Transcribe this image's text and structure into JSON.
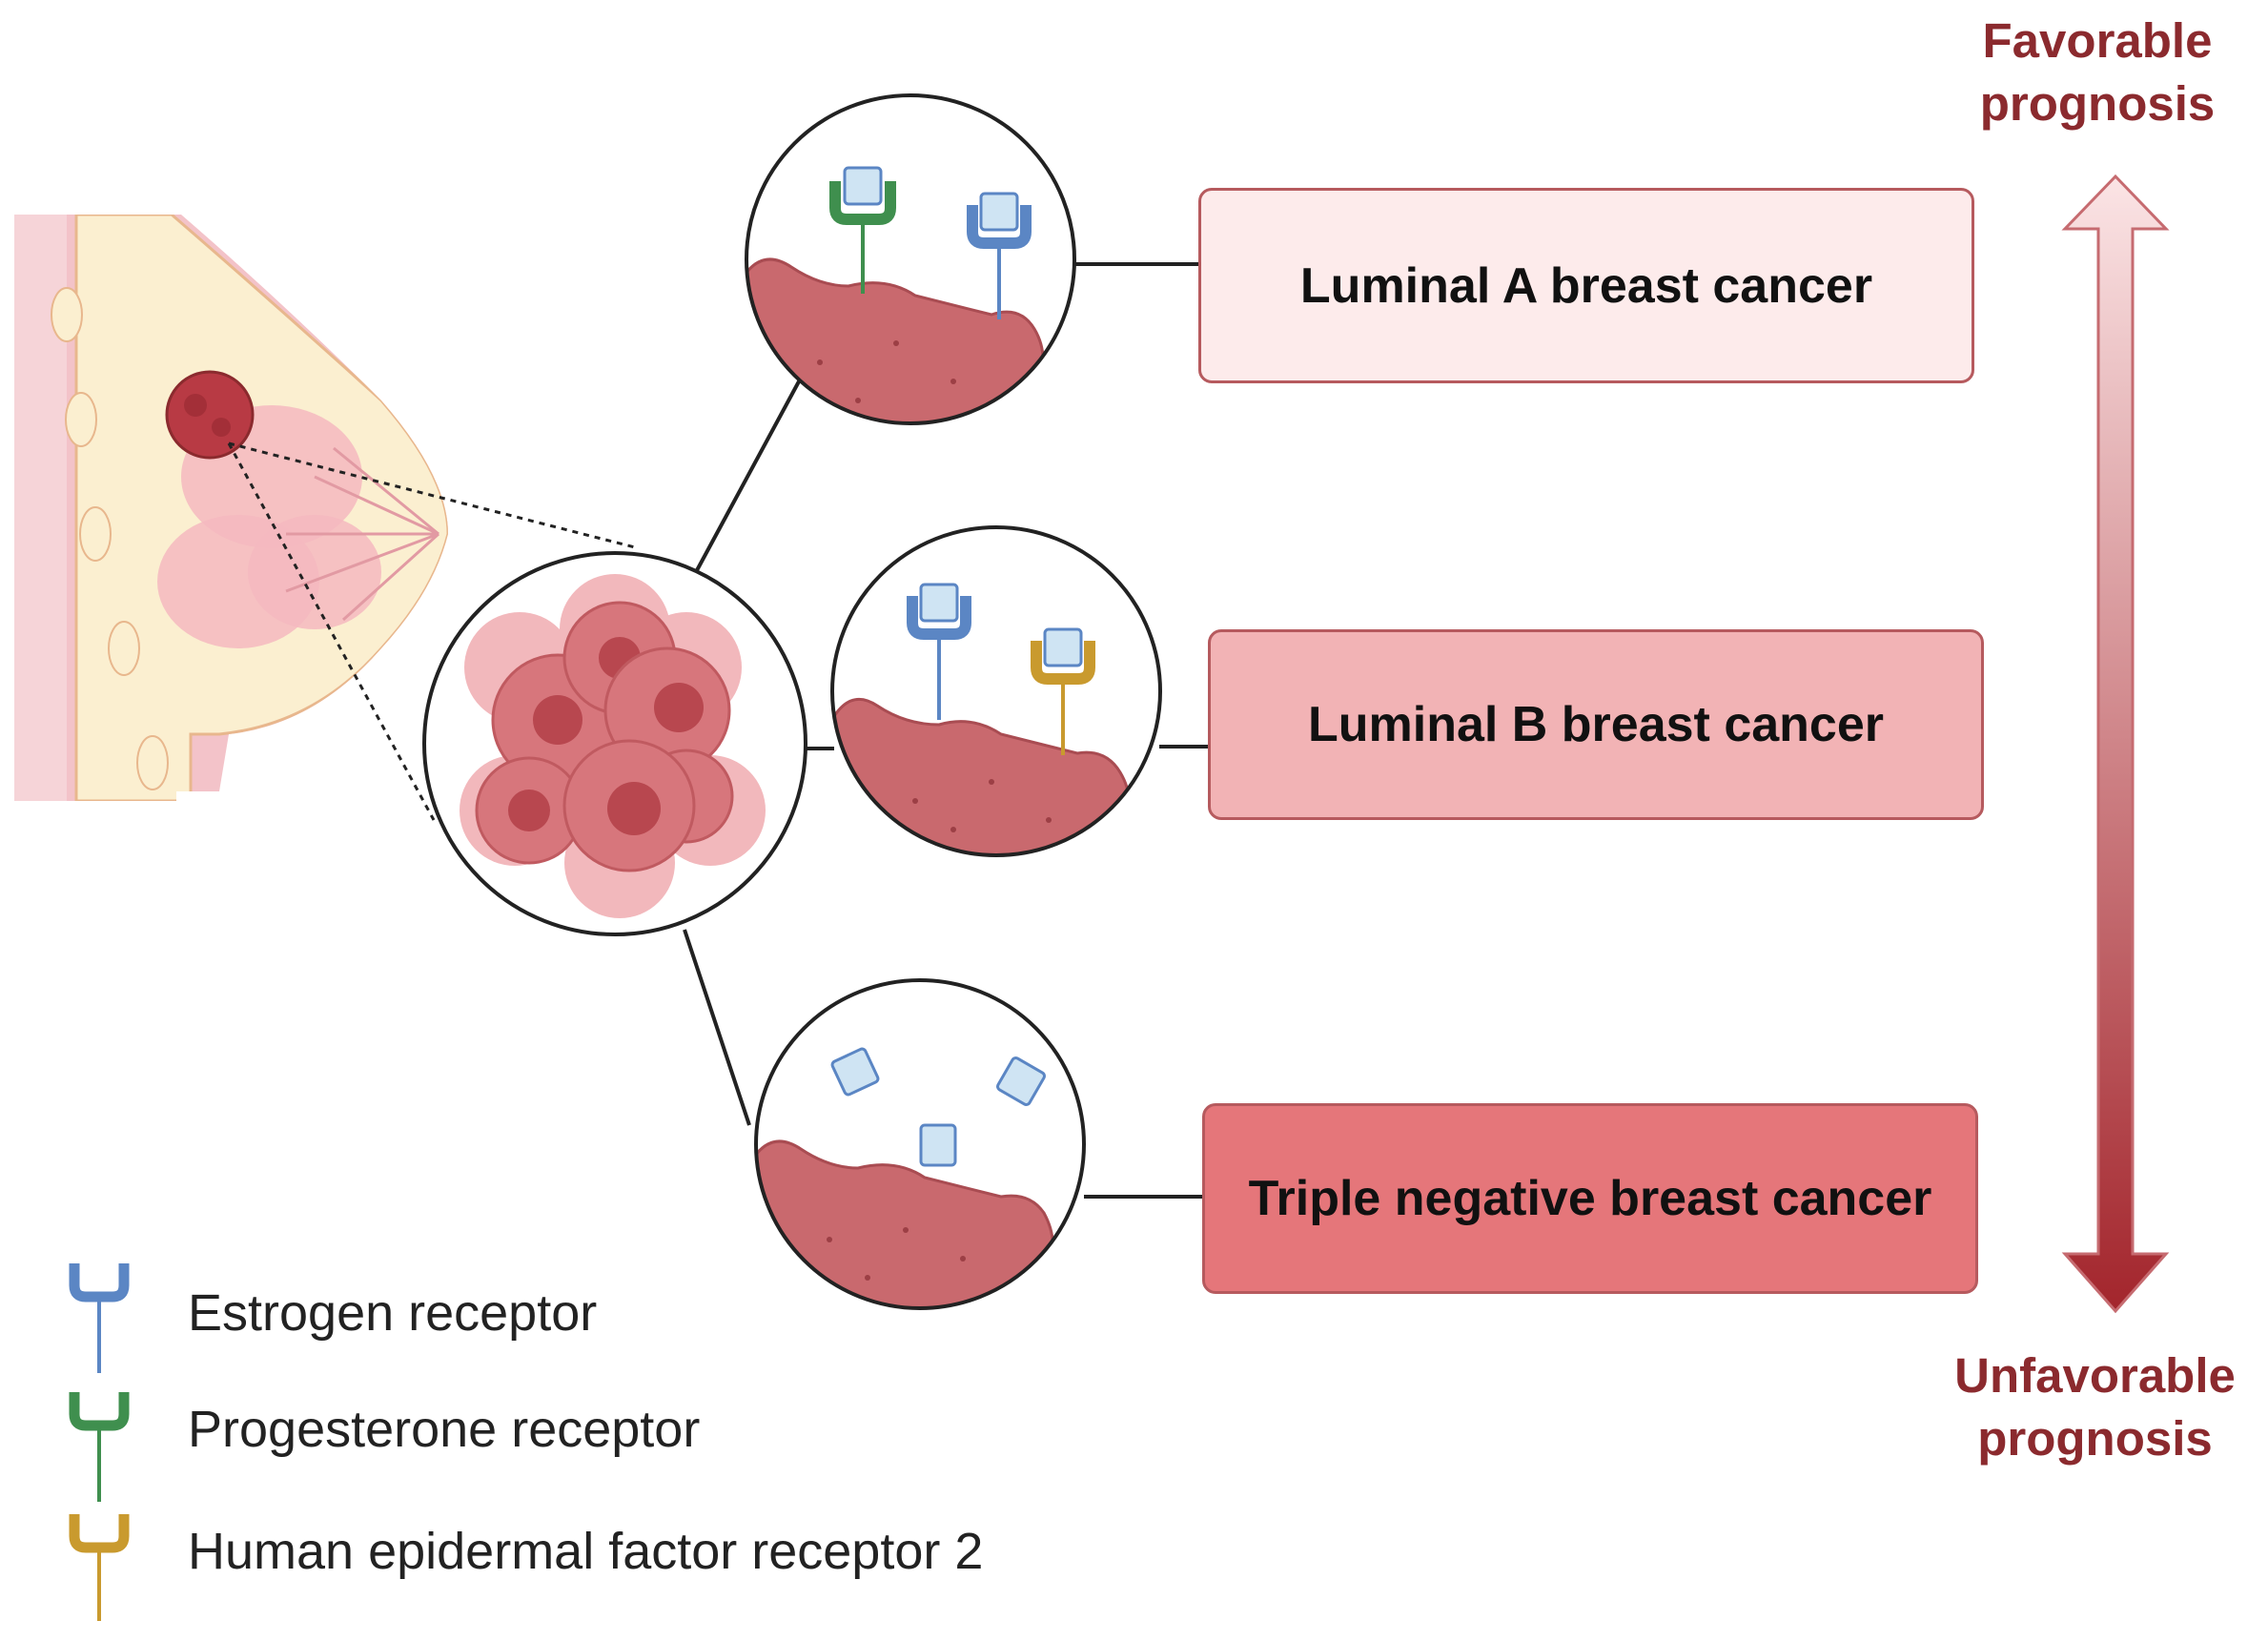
{
  "subtypes": [
    {
      "label": "Luminal A breast cancer",
      "fill": "#fdebeb"
    },
    {
      "label": "Luminal B breast cancer",
      "fill": "#f2b3b5"
    },
    {
      "label": "Triple negative breast cancer",
      "fill": "#e5767a"
    }
  ],
  "prognosis": {
    "favorable_line1": "Favorable",
    "favorable_line2": "prognosis",
    "unfavorable_line1": "Unfavorable",
    "unfavorable_line2": "prognosis",
    "text_color": "#8b2a2e",
    "arrow_top_color": "#fbe4e5",
    "arrow_bottom_color": "#a3252c"
  },
  "legend": [
    {
      "label": "Estrogen receptor",
      "color": "#5b86c4",
      "icon": "estrogen-receptor-icon"
    },
    {
      "label": "Progesterone receptor",
      "color": "#3f8f4e",
      "icon": "progesterone-receptor-icon"
    },
    {
      "label": "Human epidermal factor receptor 2",
      "color": "#c99a2e",
      "icon": "her2-receptor-icon"
    }
  ],
  "colors": {
    "tissue": "#c9696e",
    "tissue_dark": "#a94c52",
    "breast_skin": "#fbefd0",
    "breast_lobe": "#f4b8c0",
    "tumor": "#b83a44",
    "line": "#222222"
  },
  "icons": [
    "breast-anatomy-icon",
    "tumor-cluster-icon",
    "cell-membrane-icon",
    "free-ligand-icon"
  ]
}
